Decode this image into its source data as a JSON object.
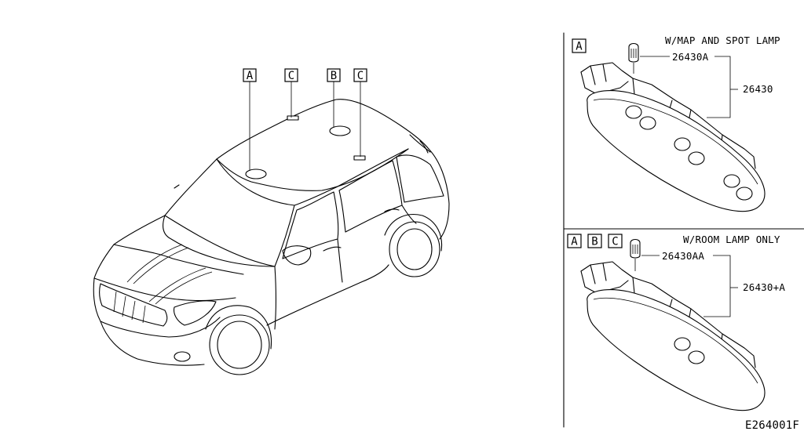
{
  "vehicle_callouts": {
    "A": "A",
    "C1": "C",
    "B": "B",
    "C2": "C"
  },
  "panel_map_spot": {
    "tag": "A",
    "title": "W/MAP AND SPOT LAMP",
    "bulb_part": "26430A",
    "lamp_part": "26430"
  },
  "panel_room": {
    "tags": [
      "A",
      "B",
      "C"
    ],
    "title": "W/ROOM LAMP ONLY",
    "bulb_part": "26430AA",
    "lamp_part": "26430+A"
  },
  "diagram_code": "E264001F"
}
